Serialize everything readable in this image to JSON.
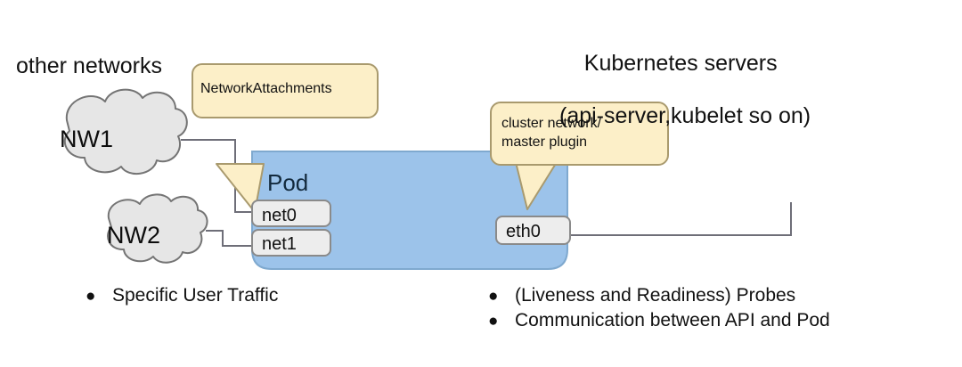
{
  "labels": {
    "other_networks": "other networks",
    "k8s_heading_line1": "Kubernetes servers",
    "k8s_heading_line2": "(api-server,kubelet so on)",
    "pod": "Pod"
  },
  "clouds": [
    {
      "name": "NW1",
      "label": "NW1"
    },
    {
      "name": "NW2",
      "label": "NW2"
    }
  ],
  "callouts": [
    {
      "name": "network-attachments",
      "text": "NetworkAttachments"
    },
    {
      "name": "cluster-network",
      "text": "cluster network/\nmaster plugin"
    }
  ],
  "interfaces": [
    {
      "name": "net0",
      "label": "net0"
    },
    {
      "name": "net1",
      "label": "net1"
    },
    {
      "name": "eth0",
      "label": "eth0"
    }
  ],
  "bullets_left": [
    {
      "marker": "●",
      "text": "Specific User Traffic"
    }
  ],
  "bullets_right": [
    {
      "marker": "●",
      "text": "(Liveness and Readiness) Probes"
    },
    {
      "marker": "●",
      "text": "Communication between API and Pod"
    }
  ],
  "colors": {
    "pod_fill": "#9CC3EA",
    "pod_stroke": "#7FA9CF",
    "callout_fill": "#FCEFC8",
    "callout_stroke": "#A99A6E",
    "cloud_fill": "#E6E6E6",
    "cloud_stroke": "#747474",
    "chip_fill": "#EDEDED",
    "chip_stroke": "#8A8A8A",
    "line": "#6E6E78",
    "background": "#FFFFFF",
    "text": "#111111"
  }
}
